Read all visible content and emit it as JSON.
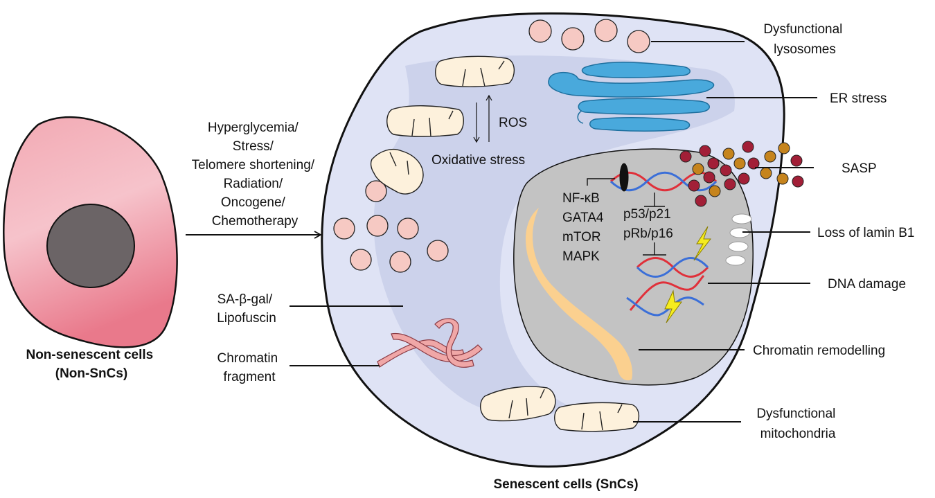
{
  "colors": {
    "cell_fill": "#dfe3f5",
    "cytoplasm_band": "#c9cfe9",
    "nucleus_fill": "#c3c3c3",
    "non_senescent_cell": "#ef9aa6",
    "non_senescent_nucleus": "#6b6466",
    "lysosome": "#f6c9c3",
    "mitochondria": "#fdf1dc",
    "er": "#49a9dc",
    "chromatin_fragment": "#f0a7a7",
    "chromatin_remodelling": "#fbd08f",
    "sasp_dark": "#a21f37",
    "sasp_gold": "#c6841d",
    "dna_red": "#e0303a",
    "dna_blue": "#3b6fd8",
    "lightning": "#f5ec1f"
  },
  "non_senescent": {
    "title_line1": "Non-senescent cells",
    "title_line2": "(Non-SnCs)"
  },
  "inducers": [
    "Hyperglycemia/",
    "Stress/",
    "Telomere shortening/",
    "Radiation/",
    "Oncogene/",
    "Chemotherapy"
  ],
  "senescent_title": "Senescent cells (SnCs)",
  "inner": {
    "ros": "ROS",
    "oxidative_stress": "Oxidative stress",
    "pathways": [
      "NF-κB",
      "GATA4",
      "mTOR",
      "MAPK"
    ],
    "checkpoints": [
      "p53/p21",
      "pRb/p16"
    ]
  },
  "labels": {
    "dysfunctional_lysosomes": [
      "Dysfunctional",
      "lysosomes"
    ],
    "er_stress": "ER stress",
    "sasp": "SASP",
    "loss_of_lamin_b1": "Loss of lamin B1",
    "dna_damage": "DNA damage",
    "chromatin_remodelling": "Chromatin remodelling",
    "dysfunctional_mitochondria": [
      "Dysfunctional",
      "mitochondria"
    ],
    "sa_beta_gal": [
      "SA-β-gal/",
      "Lipofuscin"
    ],
    "chromatin_fragment": [
      "Chromatin",
      "fragment"
    ]
  }
}
